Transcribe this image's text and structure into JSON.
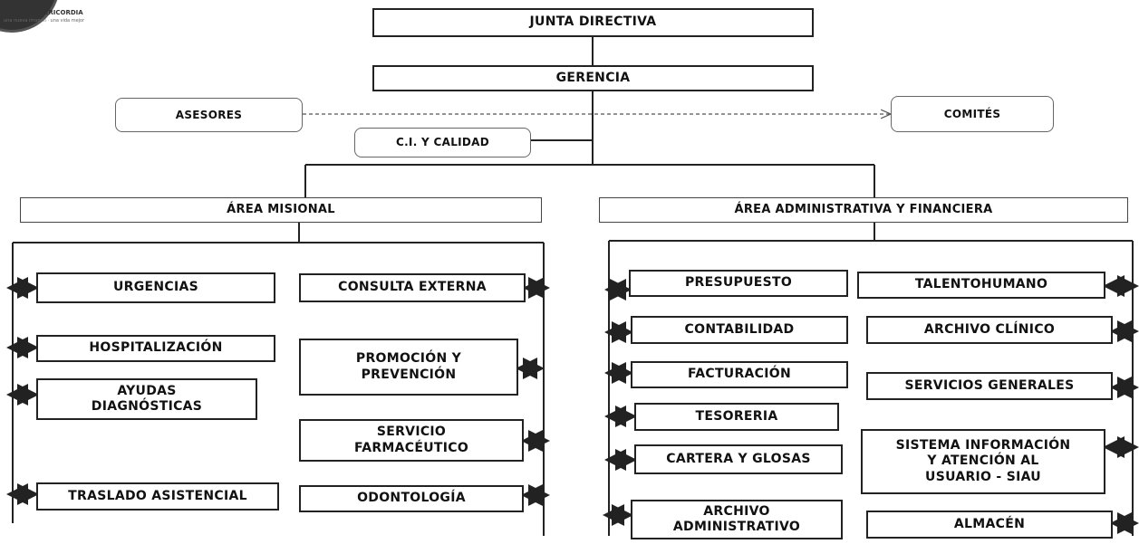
{
  "logo": {
    "band_text": "A MISERICORDIA",
    "tagline": "una nueva imagen · una vida mejor"
  },
  "top": {
    "board": "JUNTA DIRECTIVA",
    "management": "GERENCIA",
    "advisors": "ASESORES",
    "committees": "COMITÉS",
    "quality": "C.I. Y CALIDAD"
  },
  "areas": {
    "mission": "ÁREA MISIONAL",
    "admin": "ÁREA ADMINISTRATIVA Y FINANCIERA"
  },
  "mission_units": {
    "urgencias": "URGENCIAS",
    "hospitalizacion": "HOSPITALIZACIÓN",
    "ayudas": "AYUDAS\nDIAGNÓSTICAS",
    "traslado": "TRASLADO ASISTENCIAL",
    "consulta": "CONSULTA EXTERNA",
    "promocion": "PROMOCIÓN Y\nPREVENCIÓN",
    "farmaceutico": "SERVICIO\nFARMACÉUTICO",
    "odontologia": "ODONTOLOGÍA"
  },
  "admin_units": {
    "presupuesto": "PRESUPUESTO",
    "contabilidad": "CONTABILIDAD",
    "facturacion": "FACTURACIÓN",
    "tesoreria": "TESORERIA",
    "cartera": "CARTERA Y GLOSAS",
    "archivo_admin": "ARCHIVO\nADMINISTRATIVO",
    "talento": "TALENTOHUMANO",
    "archivo_clinico": "ARCHIVO CLÍNICO",
    "servicios": "SERVICIOS GENERALES",
    "siau": "SISTEMA INFORMACIÓN\nY ATENCIÓN AL\nUSUARIO - SIAU",
    "almacen": "ALMACÉN"
  }
}
